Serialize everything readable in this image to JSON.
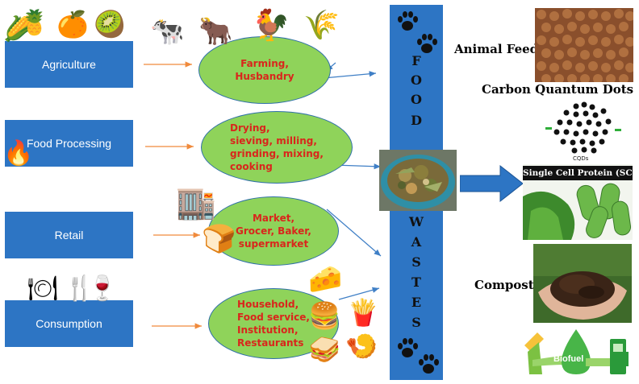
{
  "sources": [
    {
      "label": "Agriculture",
      "process": "Farming,\nHusbandry"
    },
    {
      "label": "Food Processing",
      "process": "Drying,\nsieving,         milling,\ngrinding,       mixing,\ncooking"
    },
    {
      "label": "Retail",
      "process": "Market,\nGrocer, Baker,\nsupermarket"
    },
    {
      "label": "Consumption",
      "process": "Household,\nFood service,\nInstitution,\nRestaurants"
    }
  ],
  "food_wastes": {
    "word1": [
      "F",
      "O",
      "O",
      "D"
    ],
    "word2": [
      "W",
      "A",
      "S",
      "T",
      "E",
      "S"
    ]
  },
  "outputs": {
    "animal_feed": "Animal Feed",
    "carbon_quantum_dots": "Carbon Quantum Dots",
    "cqds_caption": "CQDs",
    "scp": "Single Cell Protein (SCP)",
    "compost": "Compost",
    "biofuel": "Biofuel"
  },
  "icons": {
    "agriculture": [
      "corn-pineapple-icon",
      "orange-icon",
      "kiwi-icon"
    ],
    "farming": [
      "cow-icon",
      "ox-icon",
      "rooster-icon",
      "rice-icon"
    ],
    "processing": [
      "fire-icon"
    ],
    "retail": [
      "store-icon",
      "bread-icon"
    ],
    "consumption": [
      "plate-cutlery-icon",
      "fork-knife-icon",
      "wine-glass-icon",
      "cheese-icon",
      "burger-icon",
      "fries-icon",
      "sandwich-icon",
      "shrimp-icon"
    ]
  },
  "colors": {
    "stage_blue": "#2d75c4",
    "process_green": "#8fd35a",
    "process_text": "#d9261c",
    "input_arrow": "#f08a3c",
    "flow_arrow": "#3f7fc6"
  }
}
